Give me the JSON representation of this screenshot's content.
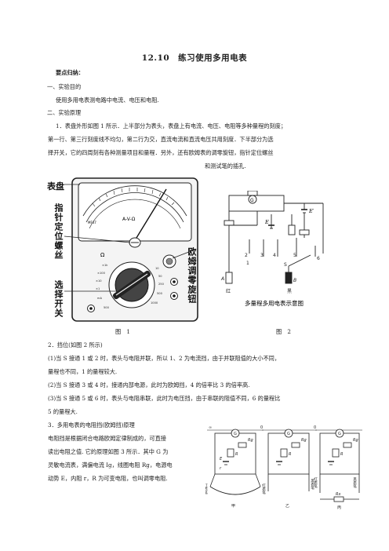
{
  "title": "12.10　练习使用多用电表",
  "summary_heading": "要点归纳：",
  "sections": {
    "s1_heading": "一、实验目的",
    "s1_text": "使用多用电表测电路中电流、电压和电阻.",
    "s2_heading": "二、实验原理",
    "s2_p1_l1": "1．表盘外形如图 1 所示．上半部分为表头，表盘上有电流、电压、电阻等多种量程的刻度；",
    "s2_p1_l2": "第一行、第三行刻度线不均匀，第二行为交，直流电流和直流电压共用刻度．下半部分为选",
    "s2_p1_l3": "择开关，它的四周刻有各种测量项目和量程．另外，还有欧姆表的调零旋钮，指针定位螺丝",
    "s2_p1_l4": "和测试笔的插孔.",
    "fig1_caption": "图　1",
    "fig2_caption": "图　2",
    "s2_p2_heading": "2．挡位(如图 2 所示)",
    "s2_p2_l1": "(1)当 S 接通 1 或 2 时，表头与电阻并联，所以 1、2 为电流挡，由于并联阻值的大小不同，",
    "s2_p2_l2": "量程也不同，1 的量程较大.",
    "s2_p2_l3": "(2)当 S 接通 3 或 4 时，接通内部电源，此时为欧姆挡，4 的倍率比 3 的倍率高.",
    "s2_p2_l4": "(3)当 S 接通 5 或 6 时，表头与电阻串联，此时为电压挡，由于串联的阻值不同，6 的量程比",
    "s2_p2_l5": "5 的量程大.",
    "s3_heading": "3．多用电表的电阻挡(欧姆挡)原理",
    "s3_l1": "电阻挡是根据闭合电路欧姆定律制成的，可直接",
    "s3_l2": "读出电阻之值. 它的原理如图 3 所示．其中 G 为",
    "s3_l3": "灵敏电流表，满偏电流 Ig，线圈电阻 Rg，电源电",
    "s3_l4": "动势 E，内阻 r，R 为可变电阻，也叫调零电阻."
  },
  "fig1": {
    "label_dial": "表盘",
    "label_pointer_screw": "指针定位螺丝",
    "label_selector": "选择开关",
    "label_zero_knob": "欧姆调零旋钮",
    "meter_text": "A-V-Ω",
    "omega": "Ω",
    "model": "MF47",
    "v_label": "V"
  },
  "fig2": {
    "G": "G",
    "E": "E",
    "E2": "E′",
    "S": "S",
    "n1": "1",
    "n2": "2",
    "n3": "3",
    "n4": "4",
    "n5": "5",
    "n6": "6",
    "A": "A",
    "B": "B",
    "red": "红",
    "black": "黑",
    "caption_inner": "多量程多用电表示意图"
  },
  "fig3": {
    "G": "G",
    "Rg": "Rg",
    "R": "R",
    "Rx": "Rx",
    "E": "E",
    "r": "r",
    "zero": "0",
    "inf": "∞",
    "red_pen": "红表笔",
    "black_pen": "黑表笔",
    "jia": "甲",
    "yi": "乙",
    "bing": "丙"
  }
}
